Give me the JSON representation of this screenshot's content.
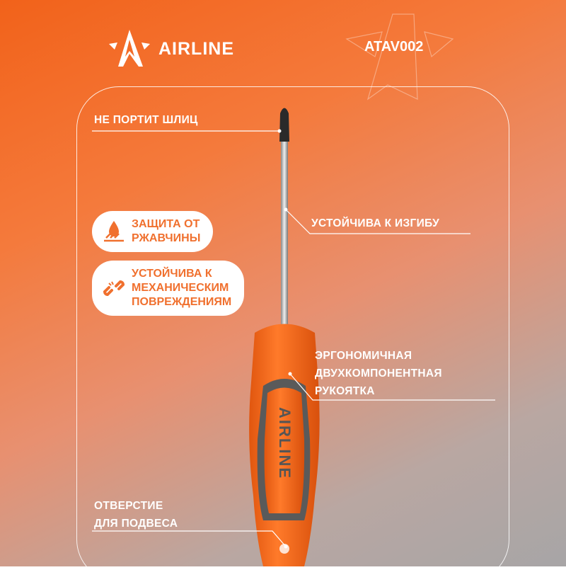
{
  "brand": {
    "name": "AIRLINE",
    "sku": "ATAV002",
    "accent": "#f0702e"
  },
  "callouts": {
    "tip": "НЕ ПОРТИТ ШЛИЦ",
    "bend": "УСТОЙЧИВА К ИЗГИБУ",
    "handle": [
      "ЭРГОНОМИЧНАЯ",
      "ДВУХКОМПОНЕНТНАЯ",
      "РУКОЯТКА"
    ],
    "hole": [
      "ОТВЕРСТИЕ",
      "ДЛЯ ПОДВЕСА"
    ]
  },
  "badges": [
    {
      "icon": "rust-protection-icon",
      "lines": [
        "ЗАЩИТА ОТ",
        "РЖАВЧИНЫ"
      ]
    },
    {
      "icon": "broken-chain-icon",
      "lines": [
        "УСТОЙЧИВА К",
        "МЕХАНИЧЕСКИМ",
        "ПОВРЕЖДЕНИЯМ"
      ]
    }
  ],
  "handle_text": "AIRLINE"
}
